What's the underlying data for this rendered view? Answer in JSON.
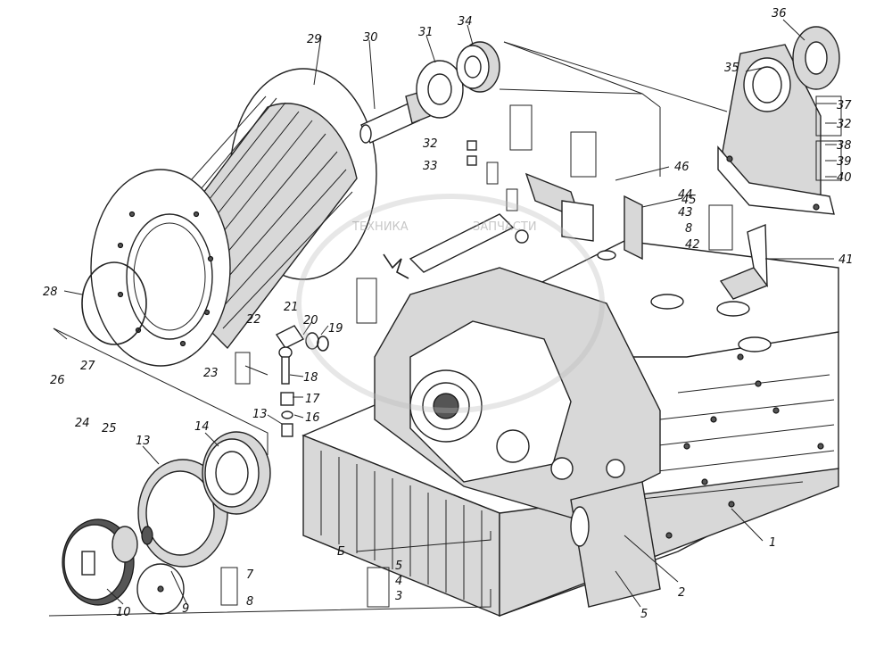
{
  "labels": {
    "l1": "1",
    "l2": "2",
    "l3": "3",
    "l4": "4",
    "l5a": "5",
    "l5b": "5",
    "l7": "7",
    "l8a": "8",
    "l8b": "8",
    "l9": "9",
    "l10": "10",
    "l13a": "13",
    "l13b": "13",
    "l14": "14",
    "l16": "16",
    "l17": "17",
    "l18": "18",
    "l19": "19",
    "l20": "20",
    "l21": "21",
    "l22": "22",
    "l23": "23",
    "l24": "24",
    "l25": "25",
    "l26": "26",
    "l27": "27",
    "l28": "28",
    "l29": "29",
    "l30": "30",
    "l31": "31",
    "l32a": "32",
    "l32b": "32",
    "l33": "33",
    "l34": "34",
    "l35": "35",
    "l36": "36",
    "l37": "37",
    "l38": "38",
    "l39": "39",
    "l40": "40",
    "l41": "41",
    "l42": "42",
    "l43": "43",
    "l44": "44",
    "l45": "45",
    "l46": "46",
    "lB": "Б"
  },
  "watermark": {
    "left": "ТЕХНИКА",
    "right": "ЗАПЧАСТИ"
  }
}
